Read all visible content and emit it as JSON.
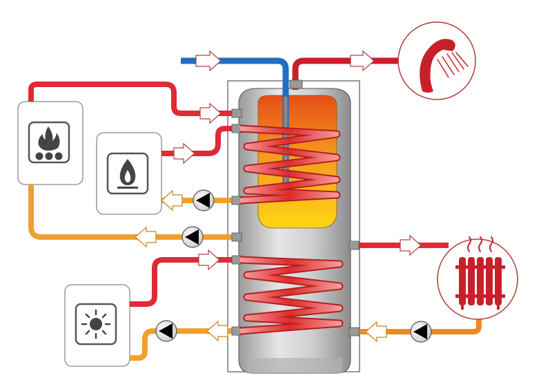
{
  "diagram": {
    "components": [
      {
        "id": "solid-fuel-boiler",
        "icon": "fire-logs-icon"
      },
      {
        "id": "gas-boiler",
        "icon": "gas-flame-icon"
      },
      {
        "id": "solar-collector",
        "icon": "sun-icon"
      },
      {
        "id": "hot-water-outlet",
        "icon": "shower-icon"
      },
      {
        "id": "heating-circuit",
        "icon": "radiator-icon"
      },
      {
        "id": "storage-tank",
        "icon": "tank-with-coils"
      }
    ],
    "colors": {
      "cold_water": "#1f6fc2",
      "hot_pipe": "#e02a36",
      "return_pipe": "#f0a030",
      "outline": "#b03a30",
      "tank_shell": "#b5b5b5",
      "tank_inner_top": "#e85a1a",
      "tank_inner_bottom": "#ffcf10",
      "panel_border": "#888888"
    }
  }
}
